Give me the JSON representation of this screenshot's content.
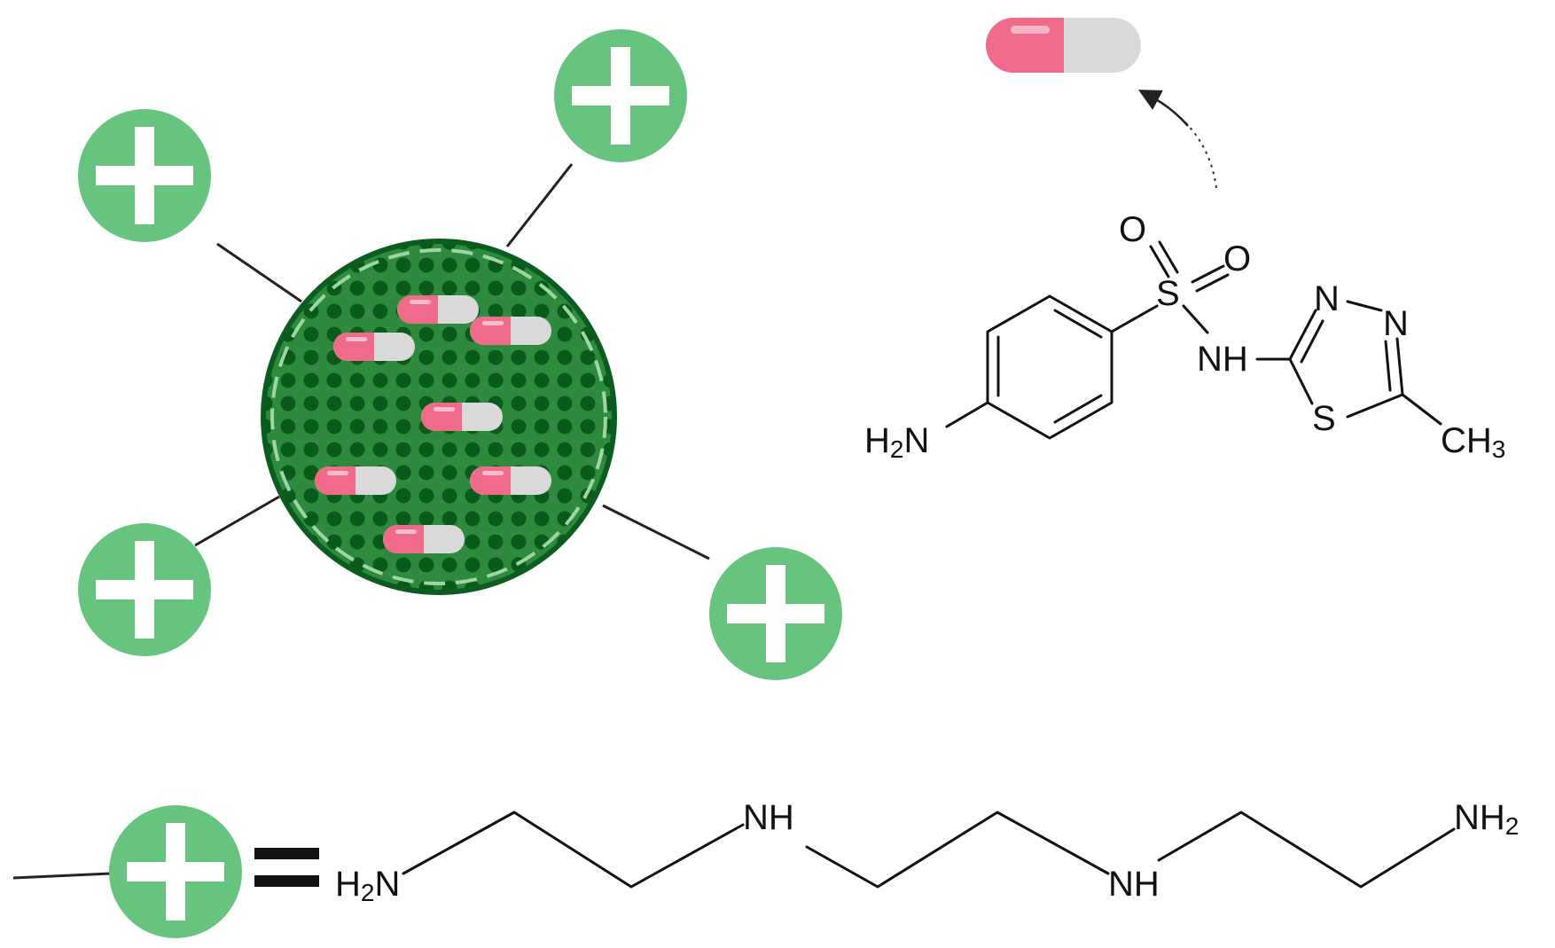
{
  "colors": {
    "particle_fill": "#2e8b3e",
    "particle_dots": "#0a5a1c",
    "particle_outline": "#0b5d1f",
    "charge_green": "#66c47f",
    "capsule_pink": "#f06b8a",
    "capsule_grey": "#d9d9d9"
  },
  "icons": {
    "charge": "plus-in-circle-icon",
    "drug": "capsule-icon"
  },
  "drug_molecule": {
    "labels": {
      "O_top": "O",
      "O_right": "O",
      "S_sulfonyl": "S",
      "NH_label": "NH",
      "N_left": "N",
      "N_right": "N",
      "S_ring": "S",
      "CH3_main": "CH",
      "CH3_sub": "3",
      "H2N_H": "H",
      "H2N_sub": "2",
      "H2N_N": "N"
    }
  },
  "polyamine_chain": {
    "labels": {
      "H2N_H": "H",
      "H2N_sub": "2",
      "H2N_N": "N",
      "NH_1": "NH",
      "NH_2": "NH",
      "NH2_NH": "NH",
      "NH2_sub": "2"
    }
  }
}
